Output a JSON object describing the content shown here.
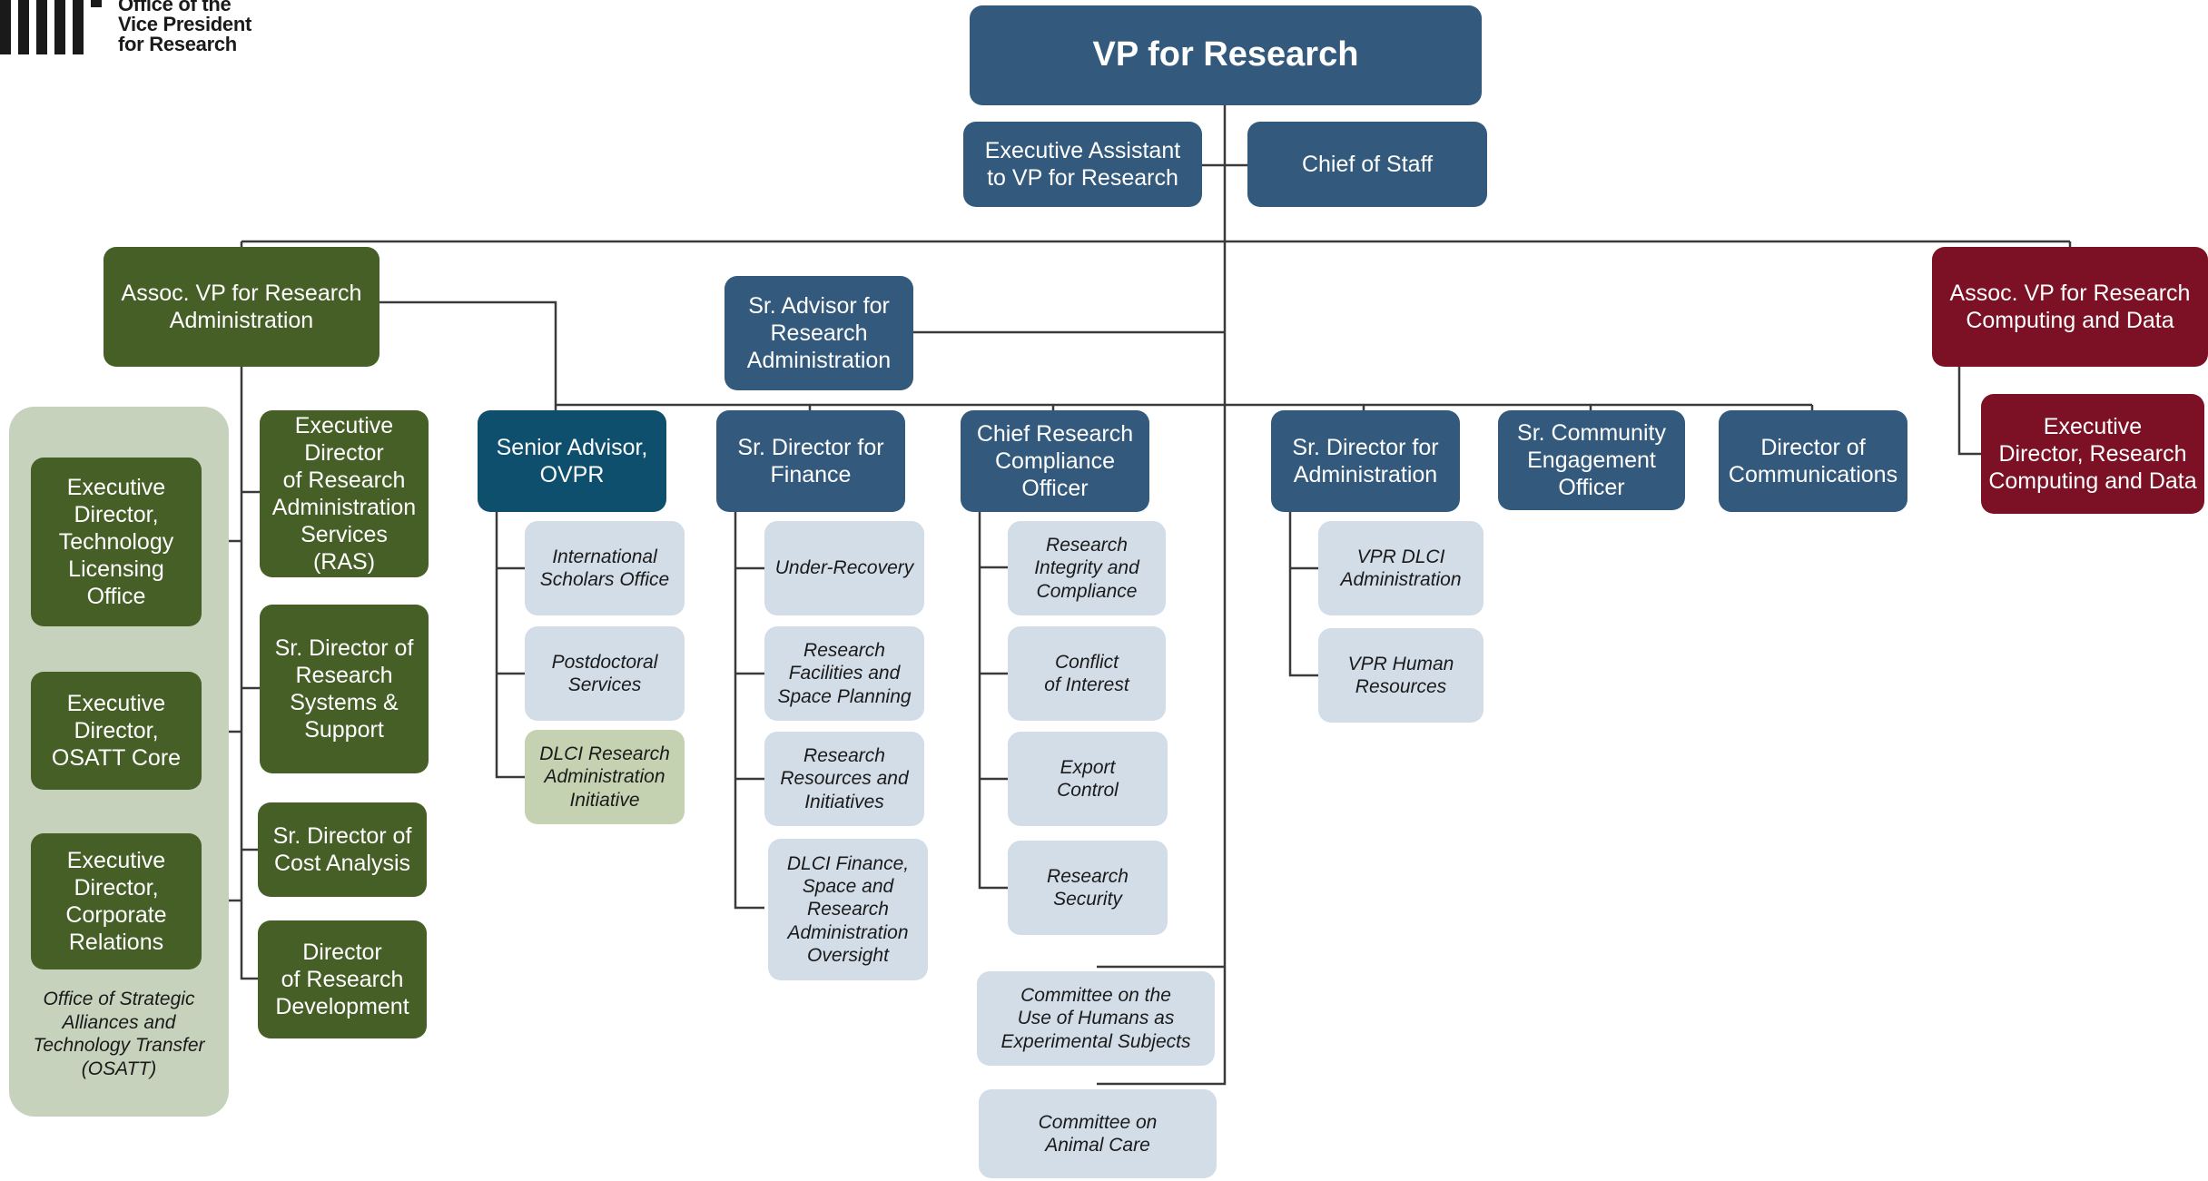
{
  "logo": {
    "text": "Office of the\nVice President\nfor Research"
  },
  "nodes": {
    "vpr": "VP for Research",
    "exec_assistant": "Executive Assistant\nto VP for Research",
    "chief_of_staff": "Chief of Staff",
    "avp_admin": "Assoc. VP for Research\nAdministration",
    "sr_advisor_admin": "Sr. Advisor for\nResearch\nAdministration",
    "avp_computing": "Assoc. VP for Research\nComputing and Data",
    "exec_dir_computing": "Executive\nDirector, Research\nComputing and Data",
    "ed_tlo": "Executive\nDirector,\nTechnology\nLicensing\nOffice",
    "ed_osatt": "Executive\nDirector,\nOSATT Core",
    "ed_corporate": "Executive\nDirector,\nCorporate\nRelations",
    "osatt_label": "Office of Strategic\nAlliances and\nTechnology Transfer\n(OSATT)",
    "ed_ras": "Executive\nDirector\nof Research\nAdministration\nServices (RAS)",
    "sd_systems": "Sr. Director of\nResearch\nSystems &\nSupport",
    "sd_cost": "Sr. Director of\nCost Analysis",
    "dir_dev": "Director\nof Research\nDevelopment",
    "senior_advisor_ovpr": "Senior Advisor,\nOVPR",
    "intl_scholars": "International\nScholars Office",
    "postdoc": "Postdoctoral\nServices",
    "dlci_admin_init": "DLCI Research\nAdministration\nInitiative",
    "sd_finance": "Sr. Director for\nFinance",
    "under_recovery": "Under-Recovery",
    "facilities": "Research\nFacilities and\nSpace Planning",
    "resources": "Research\nResources and\nInitiatives",
    "dlci_finance": "DLCI Finance,\nSpace and\nResearch\nAdministration\nOversight",
    "crco": "Chief Research\nCompliance\nOfficer",
    "integrity": "Research\nIntegrity and\nCompliance",
    "conflict": "Conflict\nof Interest",
    "export": "Export\nControl",
    "security": "Research\nSecurity",
    "couhes": "Committee on the\nUse of Humans as\nExperimental Subjects",
    "animal_care": "Committee on\nAnimal Care",
    "sd_admin": "Sr. Director for\nAdministration",
    "vpr_dlci_admin": "VPR DLCI\nAdministration",
    "vpr_hr": "VPR Human\nResources",
    "community": "Sr. Community\nEngagement\nOfficer",
    "communications": "Director of\nCommunications"
  },
  "colors": {
    "blue": "#335a7c",
    "teal": "#0f4f6e",
    "green": "#465f26",
    "maroon": "#7c1024",
    "light_blue": "#d3dde8",
    "sage": "#c4d2b1",
    "panel": "#c7d2bd"
  }
}
